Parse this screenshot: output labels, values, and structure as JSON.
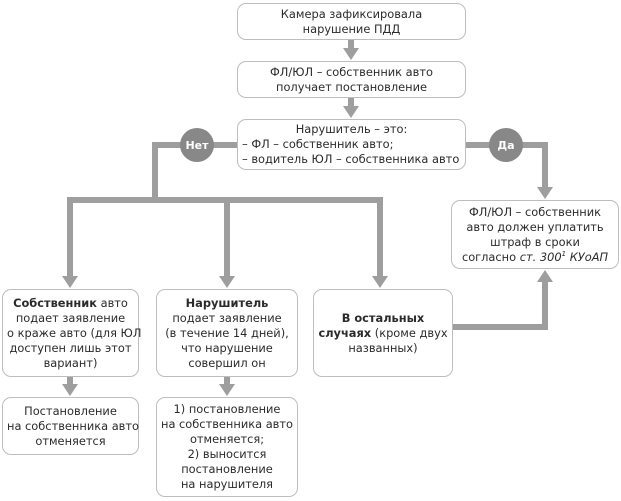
{
  "colors": {
    "connector": "#9e9e9e",
    "box_border": "#bdbdbd",
    "badge_fill": "#888888",
    "text": "#2b2b2b"
  },
  "boxes": {
    "camera": {
      "lines": [
        "Камера зафиксировала",
        "нарушение ПДД"
      ]
    },
    "owner_receives": {
      "lines": [
        "ФЛ/ЮЛ – собственник авто",
        "получает постановление"
      ]
    },
    "violator_is": {
      "line1": "Нарушитель – это:",
      "line2": "–  ФЛ – собственник авто;",
      "line3": "–  водитель ЮЛ – собственника авто"
    },
    "must_pay": {
      "line1": "ФЛ/ЮЛ – собственник",
      "line2": "авто должен уплатить",
      "line3": "штраф в сроки",
      "line4_prefix": "согласно ",
      "line4_article": "ст. 300",
      "line4_sup": "1",
      "line4_code": " КУоАП"
    },
    "owner_theft": {
      "line1_bold": "Собственник",
      "line1_rest": " авто",
      "line2": "подает заявление",
      "line3": "о краже авто (для ЮЛ",
      "line4": "доступен лишь этот",
      "line5": "вариант)"
    },
    "violator_statement": {
      "line1_bold": "Нарушитель",
      "line2": "подает заявление",
      "line3": "(в течение 14 дней),",
      "line4": "что нарушение",
      "line5": "совершил он"
    },
    "other_cases": {
      "line1_bold": "В остальных",
      "line2_bold": "случаях",
      "line2_rest": " (кроме двух",
      "line3": "названных)"
    },
    "cancelled": {
      "lines": [
        "Постановление",
        "на собственника авто",
        "отменяется"
      ]
    },
    "cancel_and_issue": {
      "lines": [
        "1) постановление",
        "на собственника авто",
        "отменяется;",
        "2) выносится",
        "постановление",
        "на нарушителя"
      ]
    }
  },
  "badges": {
    "no": "Нет",
    "yes": "Да"
  }
}
